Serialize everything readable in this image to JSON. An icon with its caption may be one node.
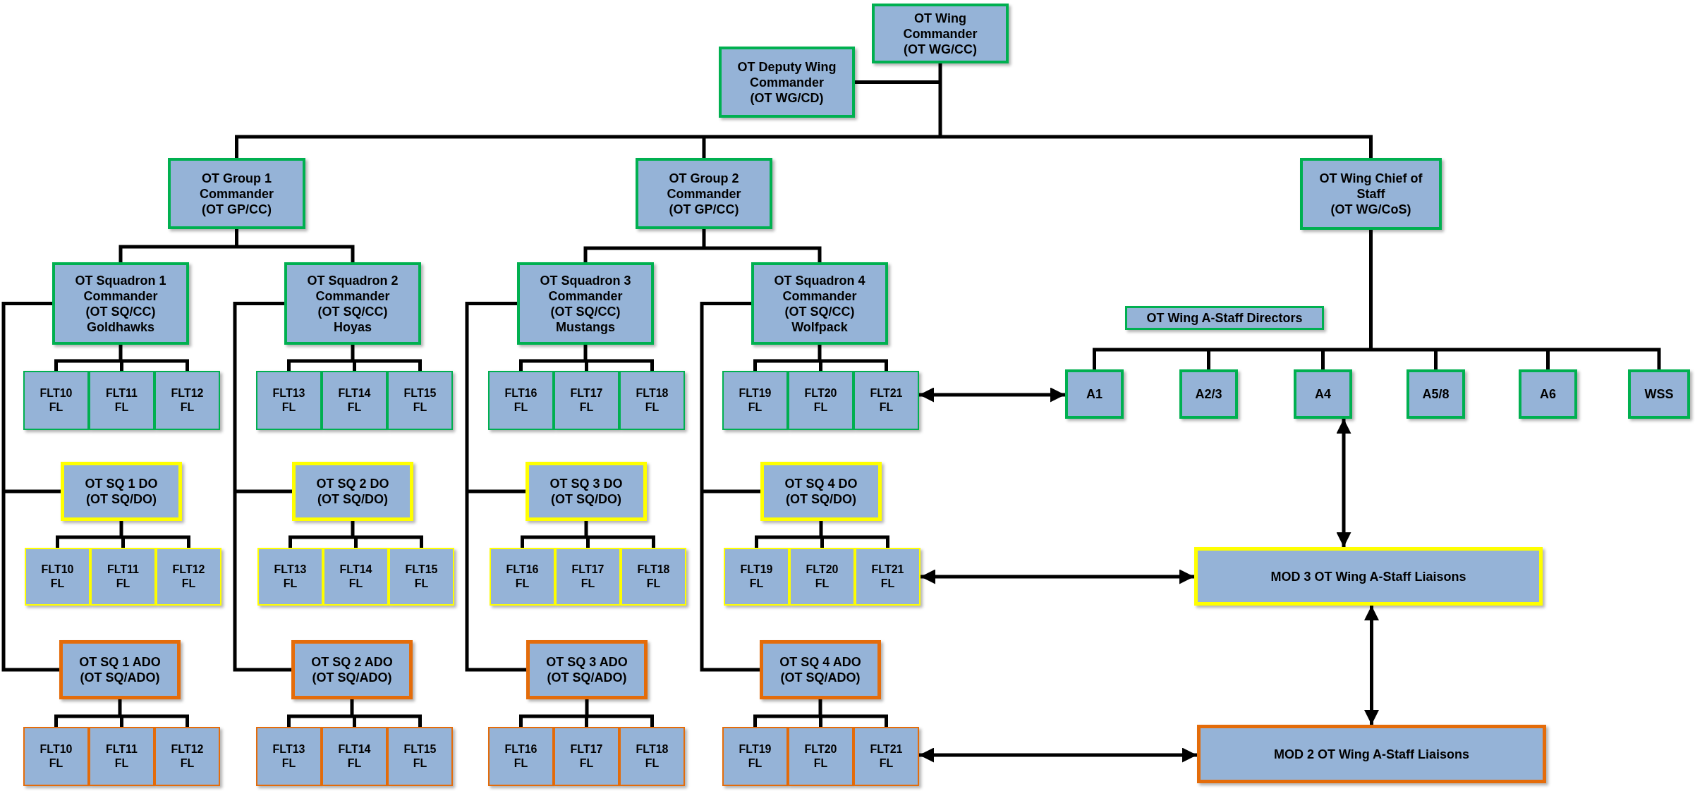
{
  "diagram": {
    "nodes": [
      {
        "text": [
          "OT Wing Commander",
          "(OT WG/CC)"
        ]
      },
      {
        "text": [
          "OT Deputy Wing Commander",
          "(OT WG/CD)"
        ]
      },
      {
        "text": [
          "OT Group 1 Commander",
          "(OT GP/CC)"
        ]
      },
      {
        "text": [
          "OT Group 2 Commander",
          "(OT GP/CC)"
        ]
      },
      {
        "text": [
          "OT Wing Chief of Staff",
          "(OT WG/CoS)"
        ]
      },
      {
        "text": [
          "OT Squadron 1 Commander",
          "(OT SQ/CC)",
          "Goldhawks"
        ]
      },
      {
        "text": [
          "OT Squadron 2 Commander",
          "(OT SQ/CC)",
          "Hoyas"
        ]
      },
      {
        "text": [
          "OT Squadron 3 Commander",
          "(OT SQ/CC)",
          "Mustangs"
        ]
      },
      {
        "text": [
          "OT Squadron 4 Commander",
          "(OT SQ/CC)",
          "Wolfpack"
        ]
      },
      {
        "text": [
          "OT Wing A-Staff Directors"
        ]
      },
      {
        "text": [
          "FLT10 FL"
        ]
      },
      {
        "text": [
          "FLT11 FL"
        ]
      },
      {
        "text": [
          "FLT12 FL"
        ]
      },
      {
        "text": [
          "FLT13 FL"
        ]
      },
      {
        "text": [
          "FLT14 FL"
        ]
      },
      {
        "text": [
          "FLT15 FL"
        ]
      },
      {
        "text": [
          "FLT16 FL"
        ]
      },
      {
        "text": [
          "FLT17 FL"
        ]
      },
      {
        "text": [
          "FLT18 FL"
        ]
      },
      {
        "text": [
          "FLT19 FL"
        ]
      },
      {
        "text": [
          "FLT20 FL"
        ]
      },
      {
        "text": [
          "FLT21 FL"
        ]
      },
      {
        "text": [
          "A1"
        ]
      },
      {
        "text": [
          "A2/3"
        ]
      },
      {
        "text": [
          "A4"
        ]
      },
      {
        "text": [
          "A5/8"
        ]
      },
      {
        "text": [
          "A6"
        ]
      },
      {
        "text": [
          "WSS"
        ]
      },
      {
        "text": [
          "OT SQ 1 DO",
          "(OT SQ/DO)"
        ]
      },
      {
        "text": [
          "OT SQ 2 DO",
          "(OT SQ/DO)"
        ]
      },
      {
        "text": [
          "OT SQ 3 DO",
          "(OT SQ/DO)"
        ]
      },
      {
        "text": [
          "OT SQ 4 DO",
          "(OT SQ/DO)"
        ]
      },
      {
        "text": [
          "FLT10 FL"
        ]
      },
      {
        "text": [
          "FLT11 FL"
        ]
      },
      {
        "text": [
          "FLT12 FL"
        ]
      },
      {
        "text": [
          "FLT13 FL"
        ]
      },
      {
        "text": [
          "FLT14 FL"
        ]
      },
      {
        "text": [
          "FLT15 FL"
        ]
      },
      {
        "text": [
          "FLT16 FL"
        ]
      },
      {
        "text": [
          "FLT17 FL"
        ]
      },
      {
        "text": [
          "FLT18 FL"
        ]
      },
      {
        "text": [
          "FLT19 FL"
        ]
      },
      {
        "text": [
          "FLT20 FL"
        ]
      },
      {
        "text": [
          "FLT21 FL"
        ]
      },
      {
        "text": [
          "MOD 3 OT Wing A-Staff Liaisons"
        ]
      },
      {
        "text": [
          "OT SQ 1 ADO",
          "(OT SQ/ADO)"
        ]
      },
      {
        "text": [
          "OT SQ 2 ADO",
          "(OT SQ/ADO)"
        ]
      },
      {
        "text": [
          "OT SQ 3 ADO",
          "(OT SQ/ADO)"
        ]
      },
      {
        "text": [
          "OT SQ 4 ADO",
          "(OT SQ/ADO)"
        ]
      },
      {
        "text": [
          "FLT10 FL"
        ]
      },
      {
        "text": [
          "FLT11 FL"
        ]
      },
      {
        "text": [
          "FLT12 FL"
        ]
      },
      {
        "text": [
          "FLT13 FL"
        ]
      },
      {
        "text": [
          "FLT14 FL"
        ]
      },
      {
        "text": [
          "FLT15 FL"
        ]
      },
      {
        "text": [
          "FLT16 FL"
        ]
      },
      {
        "text": [
          "FLT17 FL"
        ]
      },
      {
        "text": [
          "FLT18 FL"
        ]
      },
      {
        "text": [
          "FLT19 FL"
        ]
      },
      {
        "text": [
          "FLT20 FL"
        ]
      },
      {
        "text": [
          "FLT21 FL"
        ]
      },
      {
        "text": [
          "MOD 2 OT Wing A-Staff Liaisons"
        ]
      }
    ],
    "edges": [
      {
        "from": 0,
        "to": 1,
        "arrow": "none"
      },
      {
        "from": 0,
        "to": 2,
        "arrow": "none"
      },
      {
        "from": 0,
        "to": 3,
        "arrow": "none"
      },
      {
        "from": 0,
        "to": 4,
        "arrow": "none"
      },
      {
        "from": 2,
        "to": 5,
        "arrow": "none"
      },
      {
        "from": 2,
        "to": 6,
        "arrow": "none"
      },
      {
        "from": 3,
        "to": 7,
        "arrow": "none"
      },
      {
        "from": 3,
        "to": 8,
        "arrow": "none"
      },
      {
        "from": 5,
        "to": 10,
        "arrow": "none"
      },
      {
        "from": 5,
        "to": 11,
        "arrow": "none"
      },
      {
        "from": 5,
        "to": 12,
        "arrow": "none"
      },
      {
        "from": 6,
        "to": 13,
        "arrow": "none"
      },
      {
        "from": 6,
        "to": 14,
        "arrow": "none"
      },
      {
        "from": 6,
        "to": 15,
        "arrow": "none"
      },
      {
        "from": 7,
        "to": 16,
        "arrow": "none"
      },
      {
        "from": 7,
        "to": 17,
        "arrow": "none"
      },
      {
        "from": 7,
        "to": 18,
        "arrow": "none"
      },
      {
        "from": 8,
        "to": 19,
        "arrow": "none"
      },
      {
        "from": 8,
        "to": 20,
        "arrow": "none"
      },
      {
        "from": 8,
        "to": 21,
        "arrow": "none"
      },
      {
        "from": 4,
        "to": 22,
        "arrow": "none"
      },
      {
        "from": 4,
        "to": 23,
        "arrow": "none"
      },
      {
        "from": 4,
        "to": 24,
        "arrow": "none"
      },
      {
        "from": 4,
        "to": 25,
        "arrow": "none"
      },
      {
        "from": 4,
        "to": 26,
        "arrow": "none"
      },
      {
        "from": 4,
        "to": 27,
        "arrow": "none"
      },
      {
        "from": 5,
        "to": 28,
        "arrow": "none"
      },
      {
        "from": 6,
        "to": 29,
        "arrow": "none"
      },
      {
        "from": 7,
        "to": 30,
        "arrow": "none"
      },
      {
        "from": 8,
        "to": 31,
        "arrow": "none"
      },
      {
        "from": 28,
        "to": 32,
        "arrow": "none"
      },
      {
        "from": 28,
        "to": 33,
        "arrow": "none"
      },
      {
        "from": 28,
        "to": 34,
        "arrow": "none"
      },
      {
        "from": 29,
        "to": 35,
        "arrow": "none"
      },
      {
        "from": 29,
        "to": 36,
        "arrow": "none"
      },
      {
        "from": 29,
        "to": 37,
        "arrow": "none"
      },
      {
        "from": 30,
        "to": 38,
        "arrow": "none"
      },
      {
        "from": 30,
        "to": 39,
        "arrow": "none"
      },
      {
        "from": 30,
        "to": 40,
        "arrow": "none"
      },
      {
        "from": 31,
        "to": 41,
        "arrow": "none"
      },
      {
        "from": 31,
        "to": 42,
        "arrow": "none"
      },
      {
        "from": 31,
        "to": 43,
        "arrow": "none"
      },
      {
        "from": 5,
        "to": 45,
        "arrow": "none"
      },
      {
        "from": 6,
        "to": 46,
        "arrow": "none"
      },
      {
        "from": 7,
        "to": 47,
        "arrow": "none"
      },
      {
        "from": 8,
        "to": 48,
        "arrow": "none"
      },
      {
        "from": 45,
        "to": 49,
        "arrow": "none"
      },
      {
        "from": 45,
        "to": 50,
        "arrow": "none"
      },
      {
        "from": 45,
        "to": 51,
        "arrow": "none"
      },
      {
        "from": 46,
        "to": 52,
        "arrow": "none"
      },
      {
        "from": 46,
        "to": 53,
        "arrow": "none"
      },
      {
        "from": 46,
        "to": 54,
        "arrow": "none"
      },
      {
        "from": 47,
        "to": 55,
        "arrow": "none"
      },
      {
        "from": 47,
        "to": 56,
        "arrow": "none"
      },
      {
        "from": 47,
        "to": 57,
        "arrow": "none"
      },
      {
        "from": 48,
        "to": 58,
        "arrow": "none"
      },
      {
        "from": 48,
        "to": 59,
        "arrow": "none"
      },
      {
        "from": 48,
        "to": 60,
        "arrow": "none"
      },
      {
        "from": 21,
        "to": 22,
        "arrow": "both"
      },
      {
        "from": 43,
        "to": 44,
        "arrow": "both"
      },
      {
        "from": 24,
        "to": 44,
        "arrow": "both"
      },
      {
        "from": 44,
        "to": 61,
        "arrow": "both"
      },
      {
        "from": 60,
        "to": 61,
        "arrow": "both"
      }
    ]
  }
}
